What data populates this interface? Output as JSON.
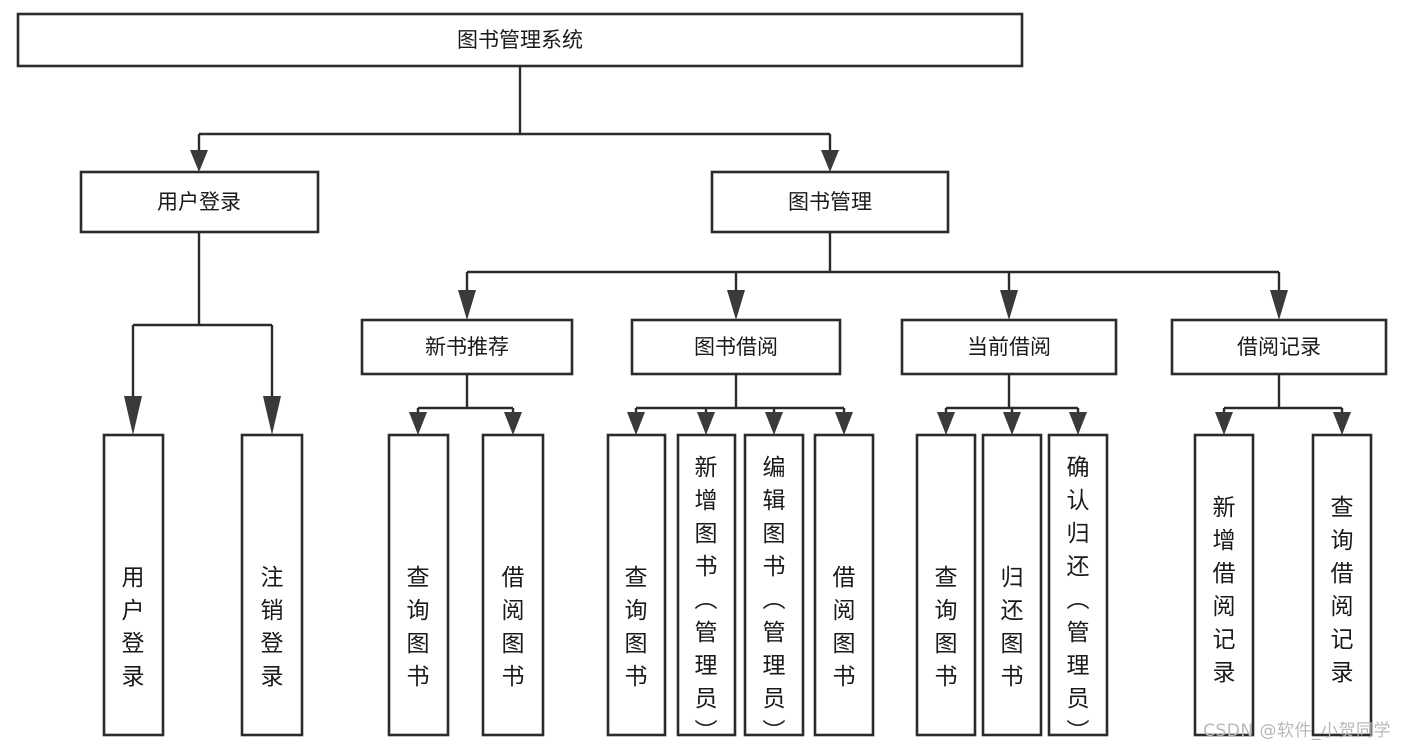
{
  "diagram": {
    "title": "图书管理系统",
    "type": "hierarchy-tree",
    "root": {
      "id": "root",
      "label": "图书管理系统",
      "orientation": "horizontal"
    },
    "level2": [
      {
        "id": "user-login",
        "label": "用户登录",
        "orientation": "horizontal"
      },
      {
        "id": "book-management",
        "label": "图书管理",
        "orientation": "horizontal"
      }
    ],
    "level3": [
      {
        "id": "new-book-recommend",
        "label": "新书推荐",
        "orientation": "horizontal",
        "parent": "book-management"
      },
      {
        "id": "book-borrow",
        "label": "图书借阅",
        "orientation": "horizontal",
        "parent": "book-management"
      },
      {
        "id": "current-borrow",
        "label": "当前借阅",
        "orientation": "horizontal",
        "parent": "book-management"
      },
      {
        "id": "borrow-record",
        "label": "借阅记录",
        "orientation": "horizontal",
        "parent": "book-management"
      }
    ],
    "leaves": [
      {
        "id": "leaf-user-login",
        "label": "用户登录",
        "orientation": "vertical",
        "parent": "user-login"
      },
      {
        "id": "leaf-user-logout",
        "label": "注销登录",
        "orientation": "vertical",
        "parent": "user-login"
      },
      {
        "id": "leaf-query-book-1",
        "label": "查询图书",
        "orientation": "vertical",
        "parent": "new-book-recommend"
      },
      {
        "id": "leaf-borrow-book-1",
        "label": "借阅图书",
        "orientation": "vertical",
        "parent": "new-book-recommend"
      },
      {
        "id": "leaf-query-book-2",
        "label": "查询图书",
        "orientation": "vertical",
        "parent": "book-borrow"
      },
      {
        "id": "leaf-add-book",
        "label": "新增图书（管理员）",
        "orientation": "vertical",
        "parent": "book-borrow"
      },
      {
        "id": "leaf-edit-book",
        "label": "编辑图书（管理员）",
        "orientation": "vertical",
        "parent": "book-borrow"
      },
      {
        "id": "leaf-borrow-book-2",
        "label": "借阅图书",
        "orientation": "vertical",
        "parent": "book-borrow"
      },
      {
        "id": "leaf-query-book-3",
        "label": "查询图书",
        "orientation": "vertical",
        "parent": "current-borrow"
      },
      {
        "id": "leaf-return-book",
        "label": "归还图书",
        "orientation": "vertical",
        "parent": "current-borrow"
      },
      {
        "id": "leaf-confirm-return",
        "label": "确认归还（管理员）",
        "orientation": "vertical",
        "parent": "current-borrow"
      },
      {
        "id": "leaf-add-record",
        "label": "新增借阅记录",
        "orientation": "vertical",
        "parent": "borrow-record"
      },
      {
        "id": "leaf-query-record",
        "label": "查询借阅记录",
        "orientation": "vertical",
        "parent": "borrow-record"
      }
    ],
    "colors": {
      "box_stroke": "#2b2b2b",
      "box_fill": "#ffffff",
      "connector": "#2b2b2b",
      "text": "#1a1a1a",
      "background": "#ffffff",
      "watermark": "#b9b9b9"
    }
  },
  "watermark": {
    "text": "CSDN @软件_小贺同学"
  }
}
